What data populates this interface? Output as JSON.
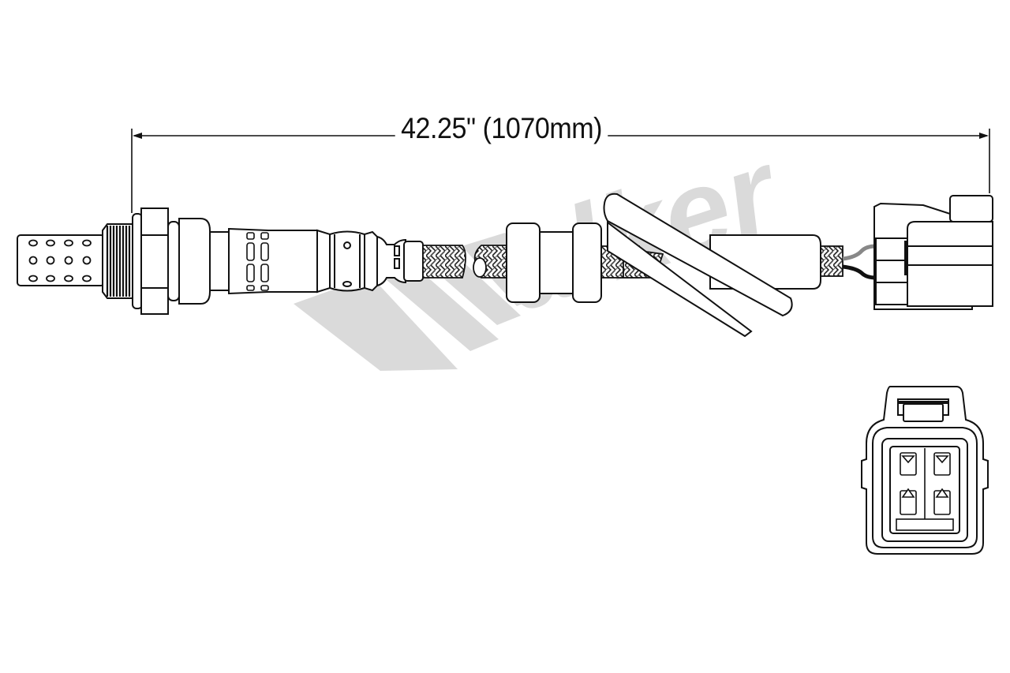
{
  "diagram": {
    "subject": "oxygen sensor",
    "brand_watermark": "Walker",
    "colors": {
      "line": "#111111",
      "watermark": "#d9d9d9",
      "background": "#ffffff",
      "wire_gray": "#8a8a8a",
      "wire_black": "#111111"
    },
    "dimension": {
      "label": "42.25\" (1070mm)",
      "inches": 42.25,
      "millimeters": 1070
    },
    "parts": [
      {
        "id": "sensor-tip",
        "label": "perforated sensor tip"
      },
      {
        "id": "threads",
        "label": "threaded body"
      },
      {
        "id": "hex-nut",
        "label": "hex mounting nut"
      },
      {
        "id": "sensor-body",
        "label": "sensor body"
      },
      {
        "id": "braided-cable",
        "label": "braided wire harness"
      },
      {
        "id": "grommet",
        "label": "grommet"
      },
      {
        "id": "clip",
        "label": "mounting clip"
      },
      {
        "id": "connector",
        "label": "electrical connector"
      },
      {
        "id": "connector-face",
        "label": "connector face view (4-pin)"
      }
    ],
    "connector_pins": 4
  }
}
